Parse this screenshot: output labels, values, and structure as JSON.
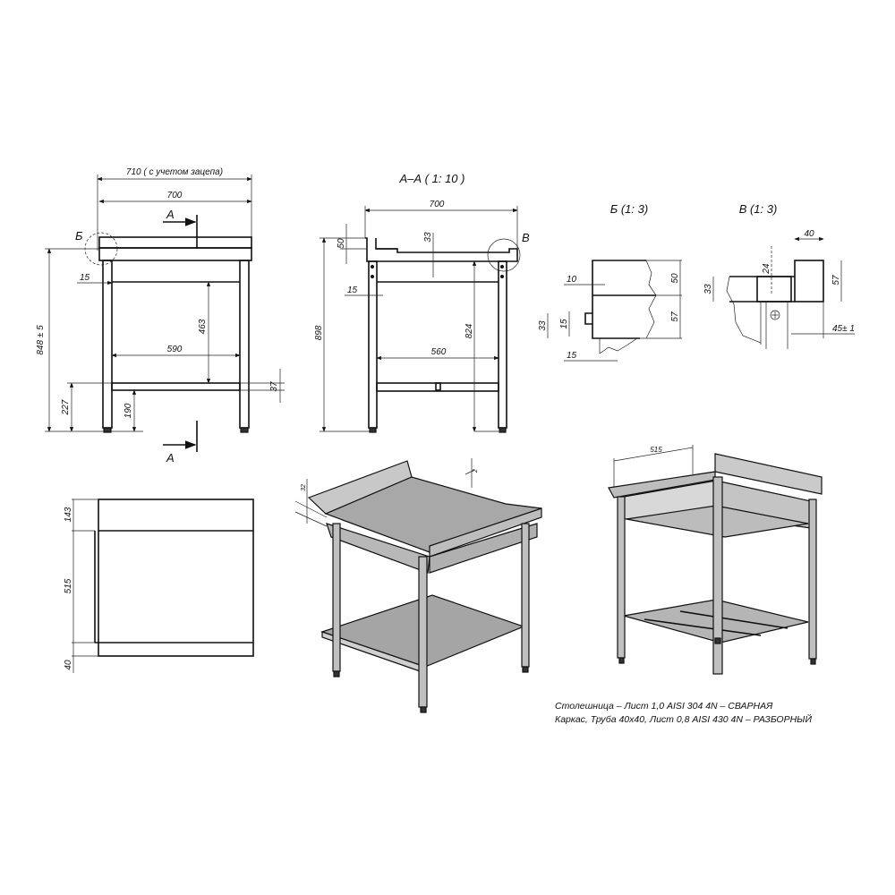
{
  "front_view": {
    "dims": {
      "overall_width": "710 ( с учетом зацепа)",
      "top_width": "700",
      "height": "848 ± 5",
      "inner_height": "463",
      "inner_width": "590",
      "offset": "15",
      "shelf_height": "227",
      "shelf_bottom": "190",
      "shelf_thickness": "37"
    },
    "section_marker": "А",
    "detail_marker": "Б"
  },
  "section_view": {
    "title": "А–А ( 1: 10 )",
    "dims": {
      "width": "700",
      "upstand": "50",
      "top_thickness": "33",
      "offset": "15",
      "total_height": "898",
      "leg_height": "824",
      "inner_width": "560"
    },
    "detail_marker": "В"
  },
  "detail_b": {
    "title": "Б (1: 3)",
    "dims": {
      "d10": "10",
      "d50": "50",
      "d57": "57",
      "d33": "33",
      "d15a": "15",
      "d15b": "15"
    }
  },
  "detail_v": {
    "title": "В (1: 3)",
    "dims": {
      "d40": "40",
      "d24": "24",
      "d33": "33",
      "d57": "57",
      "d45": "45± 1"
    }
  },
  "plan_view": {
    "dims": {
      "d143": "143",
      "d515": "515",
      "d40": "40"
    }
  },
  "iso_view_1": {
    "dims": {
      "d32": "32",
      "d2": "2"
    }
  },
  "iso_view_2": {
    "dims": {
      "d515": "515"
    }
  },
  "notes": [
    "Столешница – Лист 1,0 AISI 304 4N – СВАРНАЯ",
    "Каркас, Труба 40х40, Лист 0,8 AISI 430 4N – РАЗБОРНЫЙ"
  ]
}
